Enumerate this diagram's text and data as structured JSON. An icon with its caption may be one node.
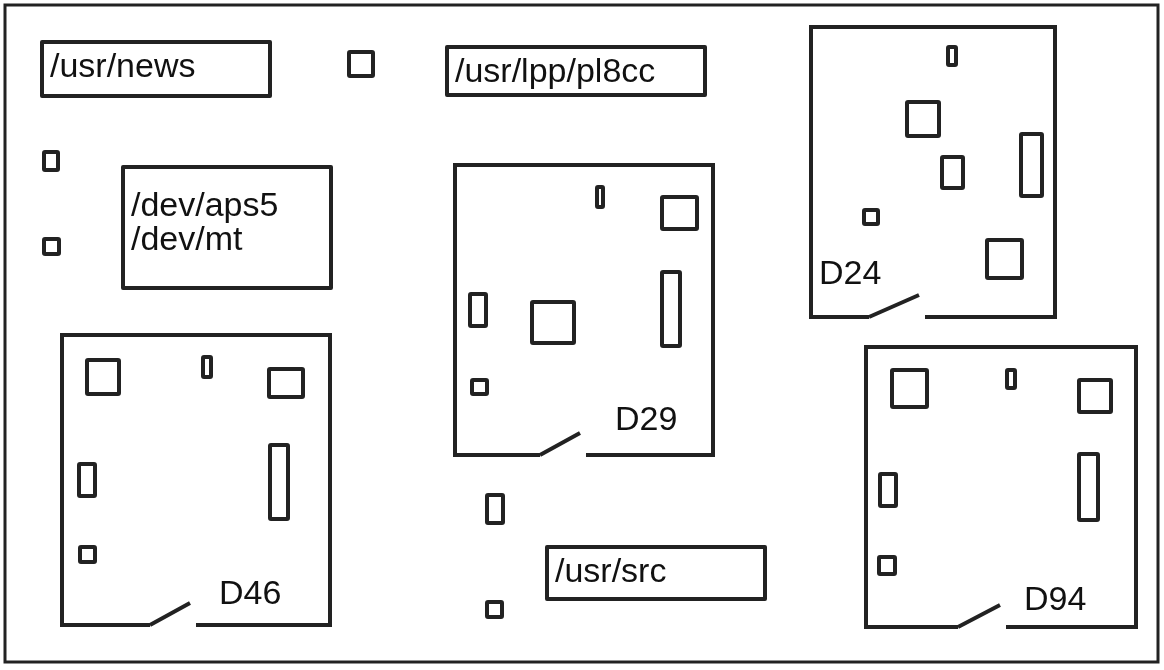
{
  "diagram": {
    "nodes": [
      {
        "text": [
          "/usr/news"
        ]
      },
      {
        "text": [],
        "shape": "box"
      },
      {
        "text": [
          "/usr/lpp/pl8cc"
        ]
      },
      {
        "text": [
          "D24"
        ]
      },
      {
        "text": [],
        "shape": "box",
        "in": 3
      },
      {
        "text": [],
        "shape": "box",
        "in": 3
      },
      {
        "text": [],
        "shape": "box",
        "in": 3
      },
      {
        "text": [],
        "shape": "box",
        "in": 3
      },
      {
        "text": [],
        "shape": "box",
        "in": 3
      },
      {
        "text": [],
        "shape": "box",
        "in": 3
      },
      {
        "text": [],
        "shape": "box"
      },
      {
        "text": [
          "/dev/aps5",
          "/dev/mt"
        ]
      },
      {
        "text": [
          "D29"
        ]
      },
      {
        "text": [],
        "shape": "box",
        "in": 12
      },
      {
        "text": [],
        "shape": "box",
        "in": 12
      },
      {
        "text": [],
        "shape": "box",
        "in": 12
      },
      {
        "text": [],
        "shape": "box",
        "in": 12
      },
      {
        "text": [],
        "shape": "box",
        "in": 12
      },
      {
        "text": [],
        "shape": "box",
        "in": 12
      },
      {
        "text": [],
        "shape": "box"
      },
      {
        "text": [
          "D46"
        ]
      },
      {
        "text": [],
        "shape": "box",
        "in": 20
      },
      {
        "text": [],
        "shape": "box",
        "in": 20
      },
      {
        "text": [],
        "shape": "box",
        "in": 20
      },
      {
        "text": [],
        "shape": "box",
        "in": 20
      },
      {
        "text": [],
        "shape": "box",
        "in": 20
      },
      {
        "text": [],
        "shape": "box",
        "in": 20
      },
      {
        "text": [
          "D94"
        ]
      },
      {
        "text": [],
        "shape": "box",
        "in": 27
      },
      {
        "text": [],
        "shape": "box",
        "in": 27
      },
      {
        "text": [],
        "shape": "box",
        "in": 27
      },
      {
        "text": [],
        "shape": "box",
        "in": 27
      },
      {
        "text": [],
        "shape": "box",
        "in": 27
      },
      {
        "text": [],
        "shape": "box",
        "in": 27
      },
      {
        "text": [],
        "shape": "box"
      },
      {
        "text": [],
        "shape": "box"
      },
      {
        "text": [
          "/usr/src"
        ]
      }
    ]
  }
}
